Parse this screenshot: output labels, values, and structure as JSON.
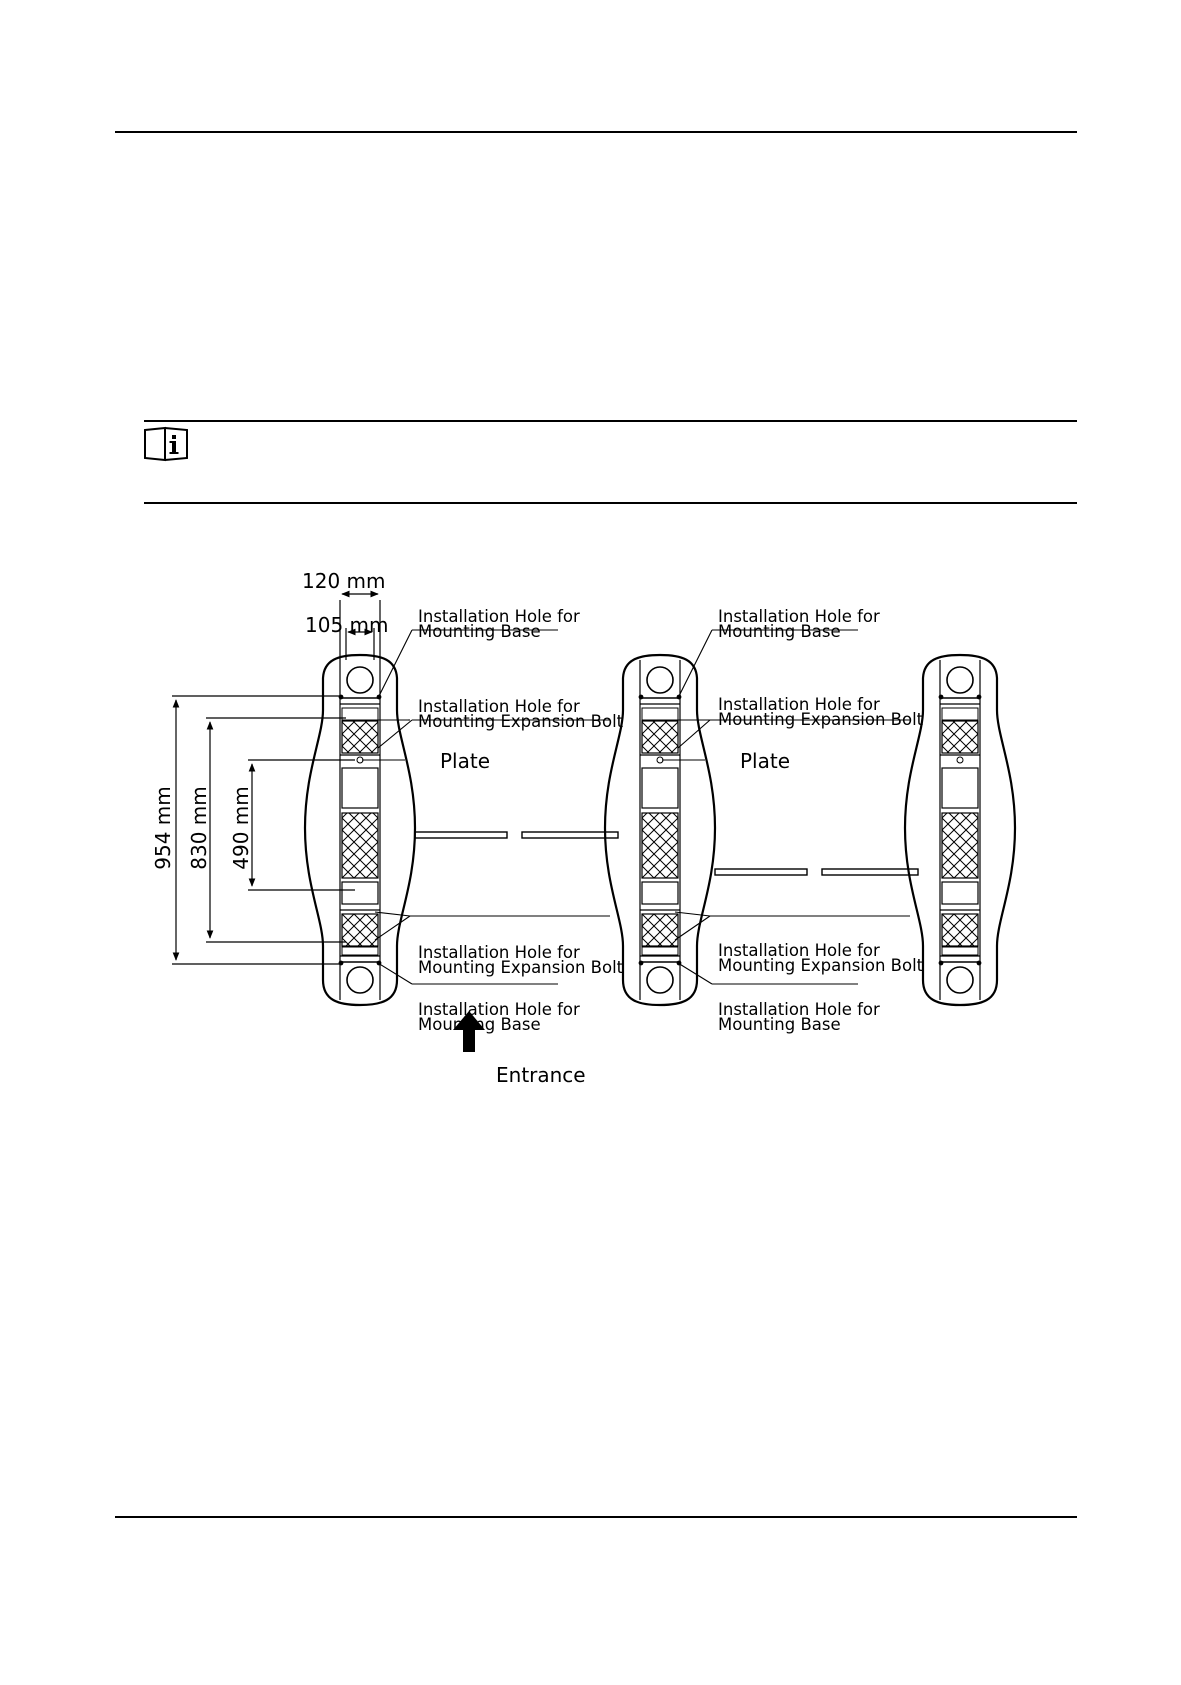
{
  "icons": {
    "note": "info-book-icon"
  },
  "diagram": {
    "dimensions": {
      "width_outer": "120 mm",
      "width_inner": "105 mm",
      "length_total": "954 mm",
      "length_bolt": "830 mm",
      "length_plate": "490 mm"
    },
    "labels": {
      "hole_base_line1": "Installation Hole for",
      "hole_base_line2": "Mounting Base",
      "hole_bolt_line1": "Installation Hole for",
      "hole_bolt_line2": "Mounting Expansion Bolt",
      "plate": "Plate",
      "entrance": "Entrance"
    }
  },
  "colors": {
    "line": "#000000",
    "background": "#ffffff"
  }
}
